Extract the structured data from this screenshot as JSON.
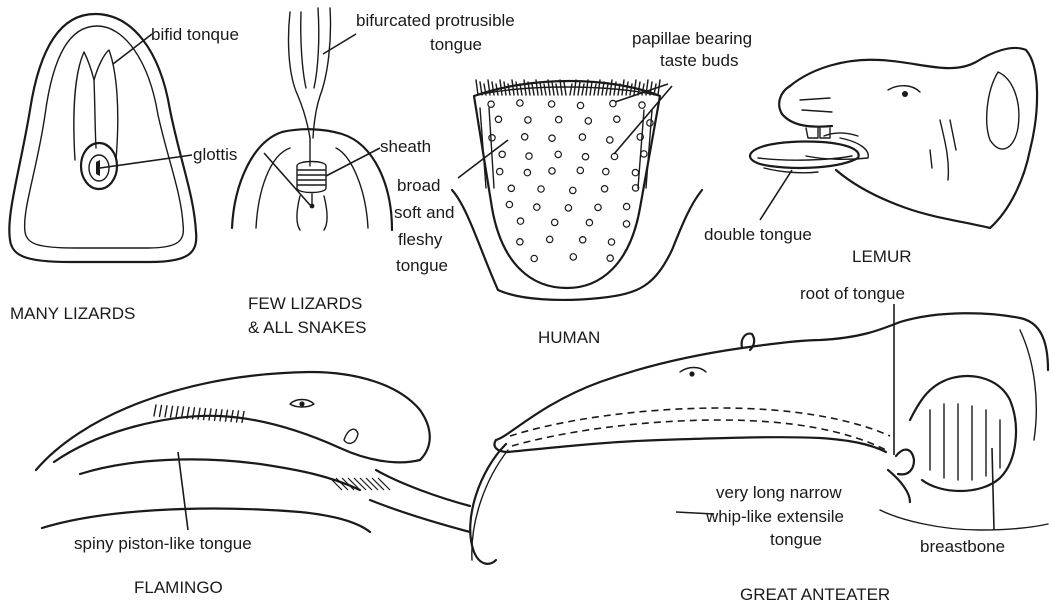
{
  "labels": {
    "bifid_tongue": "bifid tonque",
    "glottis": "glottis",
    "bifurcated_line1": "bifurcated protrusible",
    "bifurcated_line2": "tongue",
    "sheath": "sheath",
    "papillae_line1": "papillae bearing",
    "papillae_line2": "taste buds",
    "broad_line1": "broad",
    "broad_line2": "soft and",
    "broad_line3": "fleshy",
    "broad_line4": "tongue",
    "double_tongue": "double tongue",
    "root_of_tongue": "root of tongue",
    "spiny_piston": "spiny piston-like tongue",
    "whip_line1": "very long narrow",
    "whip_line2": "whip-like extensile",
    "whip_line3": "tongue",
    "breastbone": "breastbone"
  },
  "titles": {
    "many_lizards": "MANY LIZARDS",
    "few_lizards_line1": "FEW LIZARDS",
    "few_lizards_line2": "& ALL SNAKES",
    "human": "HUMAN",
    "lemur": "LEMUR",
    "flamingo": "FLAMINGO",
    "great_anteater": "GREAT ANTEATER"
  }
}
